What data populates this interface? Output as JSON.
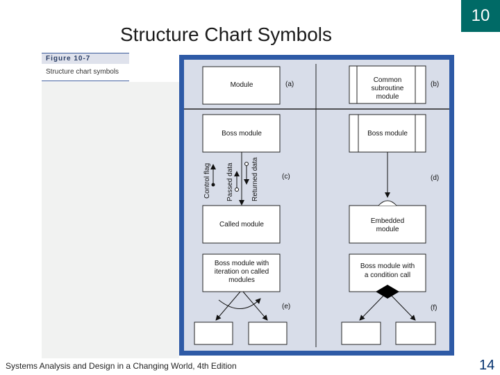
{
  "slide": {
    "title": "Structure Chart Symbols",
    "chapter_number": "10",
    "page_number": "14",
    "footer": "Systems Analysis and Design in a Changing World, 4th Edition"
  },
  "figure": {
    "label": "Figure 10-7",
    "caption": "Structure chart symbols"
  },
  "diagram": {
    "panel_labels": {
      "a": "(a)",
      "b": "(b)",
      "c": "(c)",
      "d": "(d)",
      "e": "(e)",
      "f": "(f)"
    },
    "module": "Module",
    "common_subroutine": [
      "Common",
      "subroutine",
      "module"
    ],
    "boss_module": "Boss module",
    "flag_labels": {
      "control": "Control flag",
      "passed": "Passed data",
      "returned": "Returned data"
    },
    "called_module": "Called module",
    "embedded_module": [
      "Embedded",
      "module"
    ],
    "boss_iteration": [
      "Boss module with",
      "iteration on called",
      "modules"
    ],
    "boss_condition": [
      "Boss module with",
      "a condition call"
    ]
  },
  "colors": {
    "frame_blue": "#2e5aa6",
    "panel_bg": "#d8dde9",
    "chapter_badge": "#006a66",
    "page_number": "#002f6c"
  }
}
